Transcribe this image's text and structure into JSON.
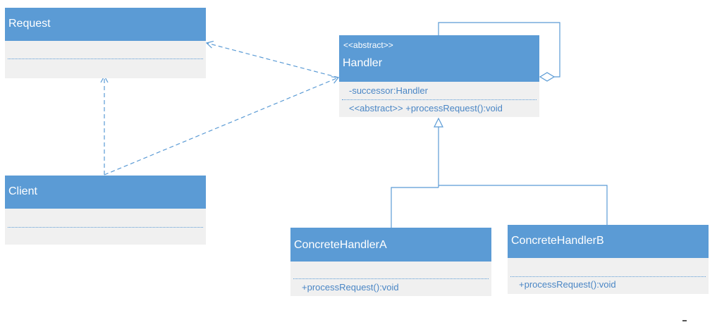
{
  "classes": {
    "request": {
      "name": "Request"
    },
    "client": {
      "name": "Client"
    },
    "handler": {
      "stereotype": "<<abstract>>",
      "name": "Handler",
      "attribute": "-successor:Handler",
      "operation": "<<abstract>> +processRequest():void"
    },
    "concrete_a": {
      "name": "ConcreteHandlerA",
      "operation": "+processRequest():void"
    },
    "concrete_b": {
      "name": "ConcreteHandlerB",
      "operation": "+processRequest():void"
    }
  },
  "relations": [
    {
      "type": "dependency",
      "from": "Handler",
      "to": "Request"
    },
    {
      "type": "dependency",
      "from": "Client",
      "to": "Request"
    },
    {
      "type": "dependency",
      "from": "Client",
      "to": "Handler"
    },
    {
      "type": "aggregation",
      "from": "Handler",
      "to": "Handler"
    },
    {
      "type": "generalization",
      "from": "ConcreteHandlerA",
      "to": "Handler"
    },
    {
      "type": "generalization",
      "from": "ConcreteHandlerB",
      "to": "Handler"
    }
  ],
  "colors": {
    "header": "#5b9bd5",
    "body": "#f0f0f0",
    "line": "#5b9bd5",
    "member_text": "#4a86c5"
  }
}
